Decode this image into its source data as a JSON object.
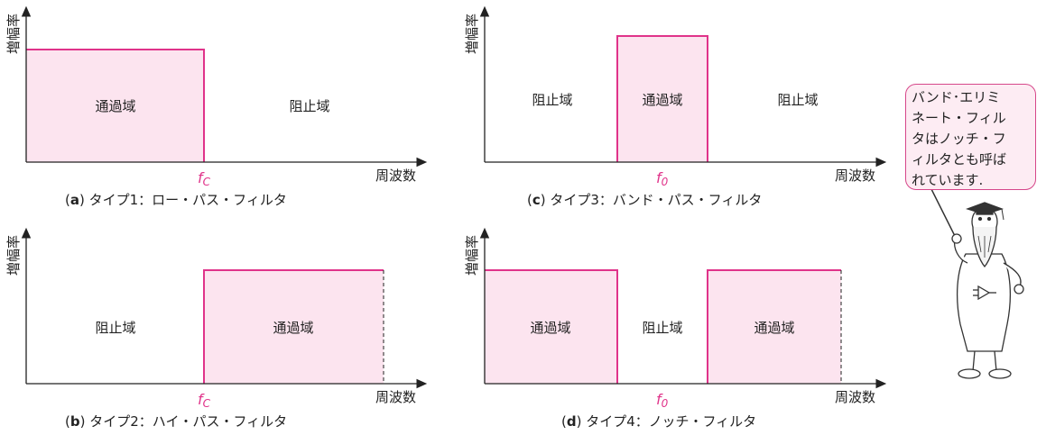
{
  "panels": {
    "a": {
      "y_label": "増幅率",
      "x_label": "周波数",
      "freq_label": "f",
      "freq_sub": "C",
      "region_1": "通過域",
      "region_2": "阻止域",
      "caption_letter": "a",
      "caption_text": "タイプ1：ロー・パス・フィルタ"
    },
    "b": {
      "y_label": "増幅率",
      "x_label": "周波数",
      "freq_label": "f",
      "freq_sub": "C",
      "region_1": "阻止域",
      "region_2": "通過域",
      "caption_letter": "b",
      "caption_text": "タイプ2：ハイ・パス・フィルタ"
    },
    "c": {
      "y_label": "増幅率",
      "x_label": "周波数",
      "freq_label": "f",
      "freq_sub": "0",
      "region_1": "阻止域",
      "region_2": "通過域",
      "region_3": "阻止域",
      "caption_letter": "c",
      "caption_text": "タイプ3：バンド・パス・フィルタ"
    },
    "d": {
      "y_label": "増幅率",
      "x_label": "周波数",
      "freq_label": "f",
      "freq_sub": "0",
      "region_1": "通過域",
      "region_2": "阻止域",
      "region_3": "通過域",
      "caption_letter": "d",
      "caption_text": "タイプ4：ノッチ・フィルタ"
    }
  },
  "bubble_text": "バンド･エリミ\nネート・フィル\nタはノッチ・フ\nィルタとも呼ば\nれています.",
  "colors": {
    "passband_fill": "#fce4ef",
    "passband_stroke": "#e0338a",
    "axis": "#222222"
  }
}
